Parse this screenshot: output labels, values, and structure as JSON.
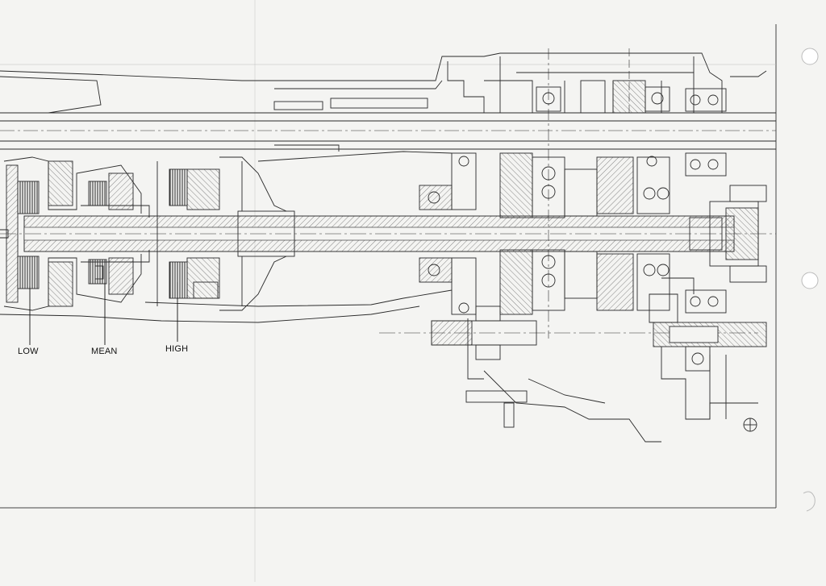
{
  "labels": {
    "low": "LOW",
    "mean": "MEAN",
    "high": "HIGH"
  },
  "colors": {
    "paper": "#f4f4f2",
    "ink": "#2a2a2a",
    "hatch": "#555555",
    "fold": "#d8d8d6"
  }
}
